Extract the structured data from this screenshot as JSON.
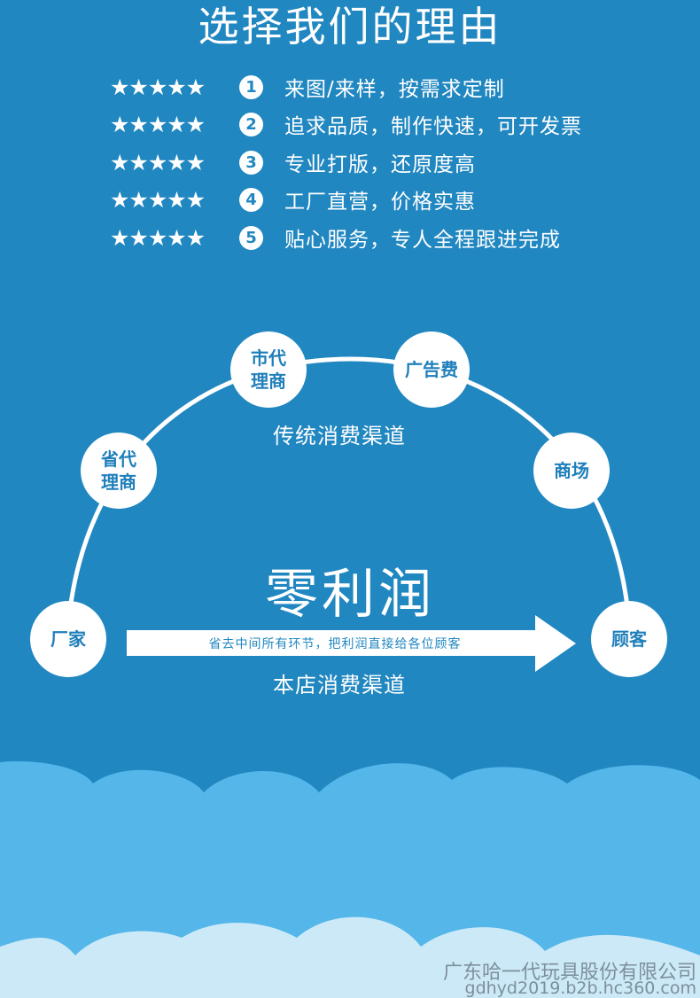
{
  "title": "选择我们的理由",
  "rating_stars": "★★★★★",
  "reasons": [
    {
      "num": "1",
      "text": "来图/来样，按需求定制"
    },
    {
      "num": "2",
      "text": "追求品质，制作快速，可开发票"
    },
    {
      "num": "3",
      "text": "专业打版，还原度高"
    },
    {
      "num": "4",
      "text": "工厂直营，价格实惠"
    },
    {
      "num": "5",
      "text": "贴心服务，专人全程跟进完成"
    }
  ],
  "diagram": {
    "nodes": {
      "factory": "厂家",
      "provincial": "省代理商",
      "city": "市代理商",
      "advertising": "广告费",
      "mall": "商场",
      "customer": "顾客"
    },
    "traditional_label": "传统消费渠道",
    "zero_profit": "零利润",
    "arrow_text": "省去中间所有环节，把利润直接给各位顾客",
    "store_label": "本店消费渠道"
  },
  "watermark": {
    "company": "广东哈一代玩具股份有限公司",
    "site": "gdhyd2019.b2b.hc360.com"
  },
  "colors": {
    "background": "#2187c1",
    "cloud_light": "#cce9f8",
    "cloud_main": "#54b6e9",
    "node_text": "#1f7fbb"
  }
}
